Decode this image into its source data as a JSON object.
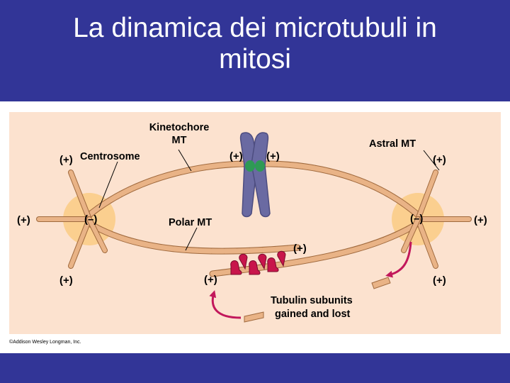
{
  "slide": {
    "title_line1": "La dinamica dei microtubuli in",
    "title_line2": "mitosi"
  },
  "diagram": {
    "labels": {
      "kinetochore_mt_1": "Kinetochore",
      "kinetochore_mt_2": "MT",
      "centrosome": "Centrosome",
      "astral_mt": "Astral MT",
      "polar_mt": "Polar MT",
      "tubulin_1": "Tubulin subunits",
      "tubulin_2": "gained and lost"
    },
    "signs": {
      "plus": "(+)",
      "minus": "(–)"
    },
    "copyright": "©Addison Wesley Longman, Inc."
  },
  "colors": {
    "header": "#323597",
    "panel": "#fce2cf",
    "centrosome": "#fbcf8f",
    "microtubule": "#e9b386",
    "microtubule_stroke": "#a06a3e",
    "chromosome": "#6a6aa2",
    "kinetochore": "#2e9a54",
    "tubulin": "#c8154b",
    "arrow": "#c2185b"
  }
}
